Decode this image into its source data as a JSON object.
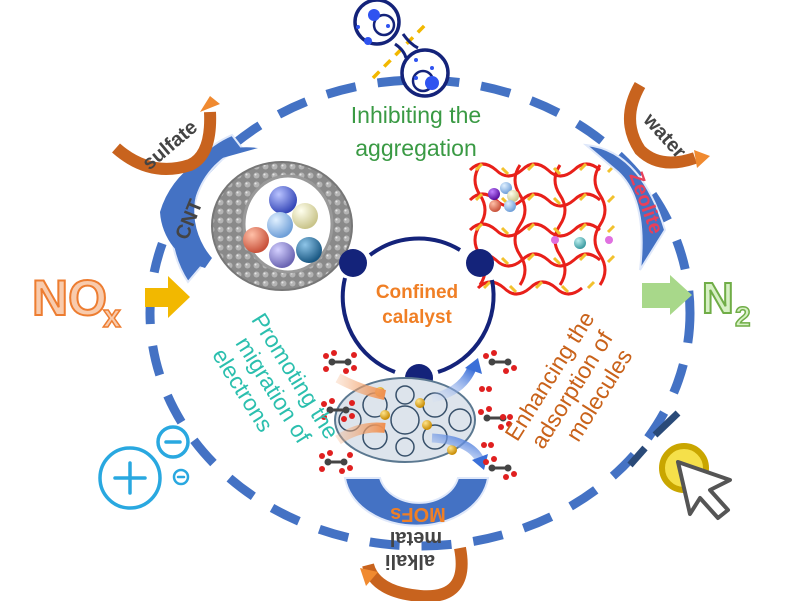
{
  "diagram": {
    "center": {
      "line1": "Confined",
      "line2": "calalyst"
    },
    "input": {
      "main": "NO",
      "sub": "x"
    },
    "output": {
      "main": "N",
      "sub": "2"
    },
    "functions": {
      "top": {
        "line1": "Inhibiting the",
        "line2": "aggregation"
      },
      "left": {
        "line1": "Promoting the",
        "line2": "migration of",
        "line3": "electrons"
      },
      "right": {
        "line1": "Enhancing the",
        "line2": "adsorption of",
        "line3": "molecules"
      }
    },
    "hosts": {
      "cnt": {
        "label": "CNT",
        "resistance": "sulfate"
      },
      "zeolite": {
        "label": "Zeolite",
        "resistance": "water"
      },
      "mofs": {
        "label": "MOFs",
        "resistance_line1": "alkali",
        "resistance_line2": "metal"
      }
    },
    "icons": [
      "aggregation-particles-icon",
      "electron-charge-icon",
      "cursor-click-icon",
      "cnt-structure-icon",
      "zeolite-structure-icon",
      "mof-structure-icon"
    ],
    "colors": {
      "dashed_ring": "#4472c4",
      "center_ring": "#14237a",
      "host_arc": "#4472c4",
      "resistance_arrow": "#d2711f",
      "input_arrow": "#f2b800",
      "output_arrow": "#a8d88a",
      "nox_text": "#f4b183",
      "n2_text": "#c5e6b0",
      "electron_icon": "#29a8e0",
      "cursor_ring": "#f5d93c"
    }
  }
}
